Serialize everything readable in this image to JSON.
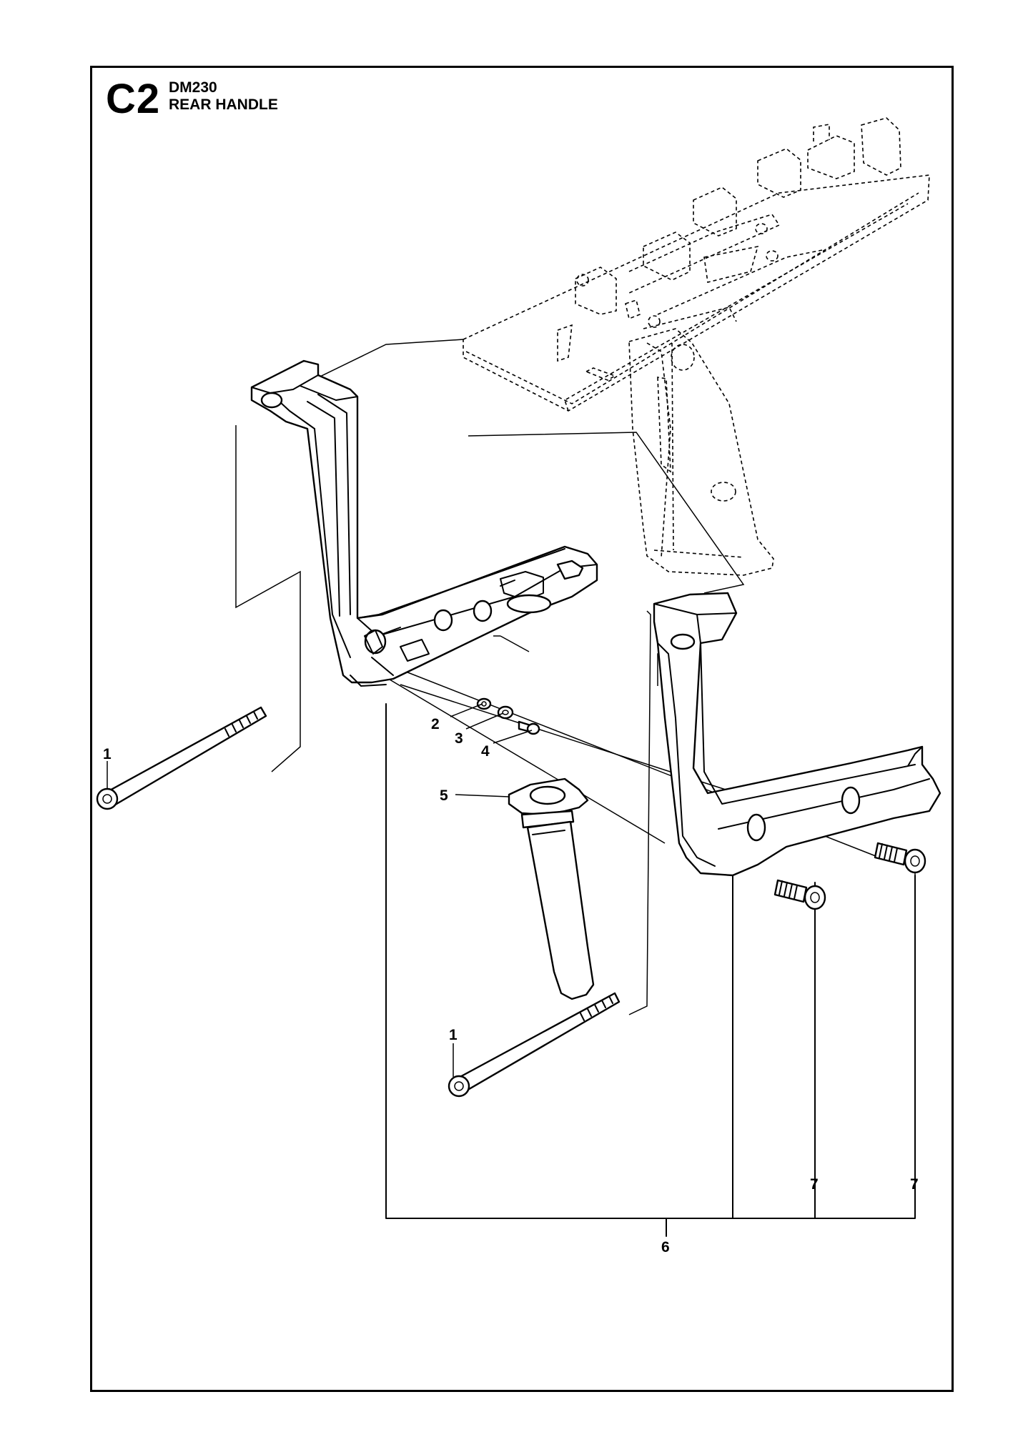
{
  "header": {
    "section_code": "C2",
    "model": "DM230",
    "title": "REAR HANDLE"
  },
  "callouts": {
    "c1a": "1",
    "c1b": "1",
    "c2": "2",
    "c3": "3",
    "c4": "4",
    "c5": "5",
    "c6": "6",
    "c7a": "7",
    "c7b": "7"
  }
}
